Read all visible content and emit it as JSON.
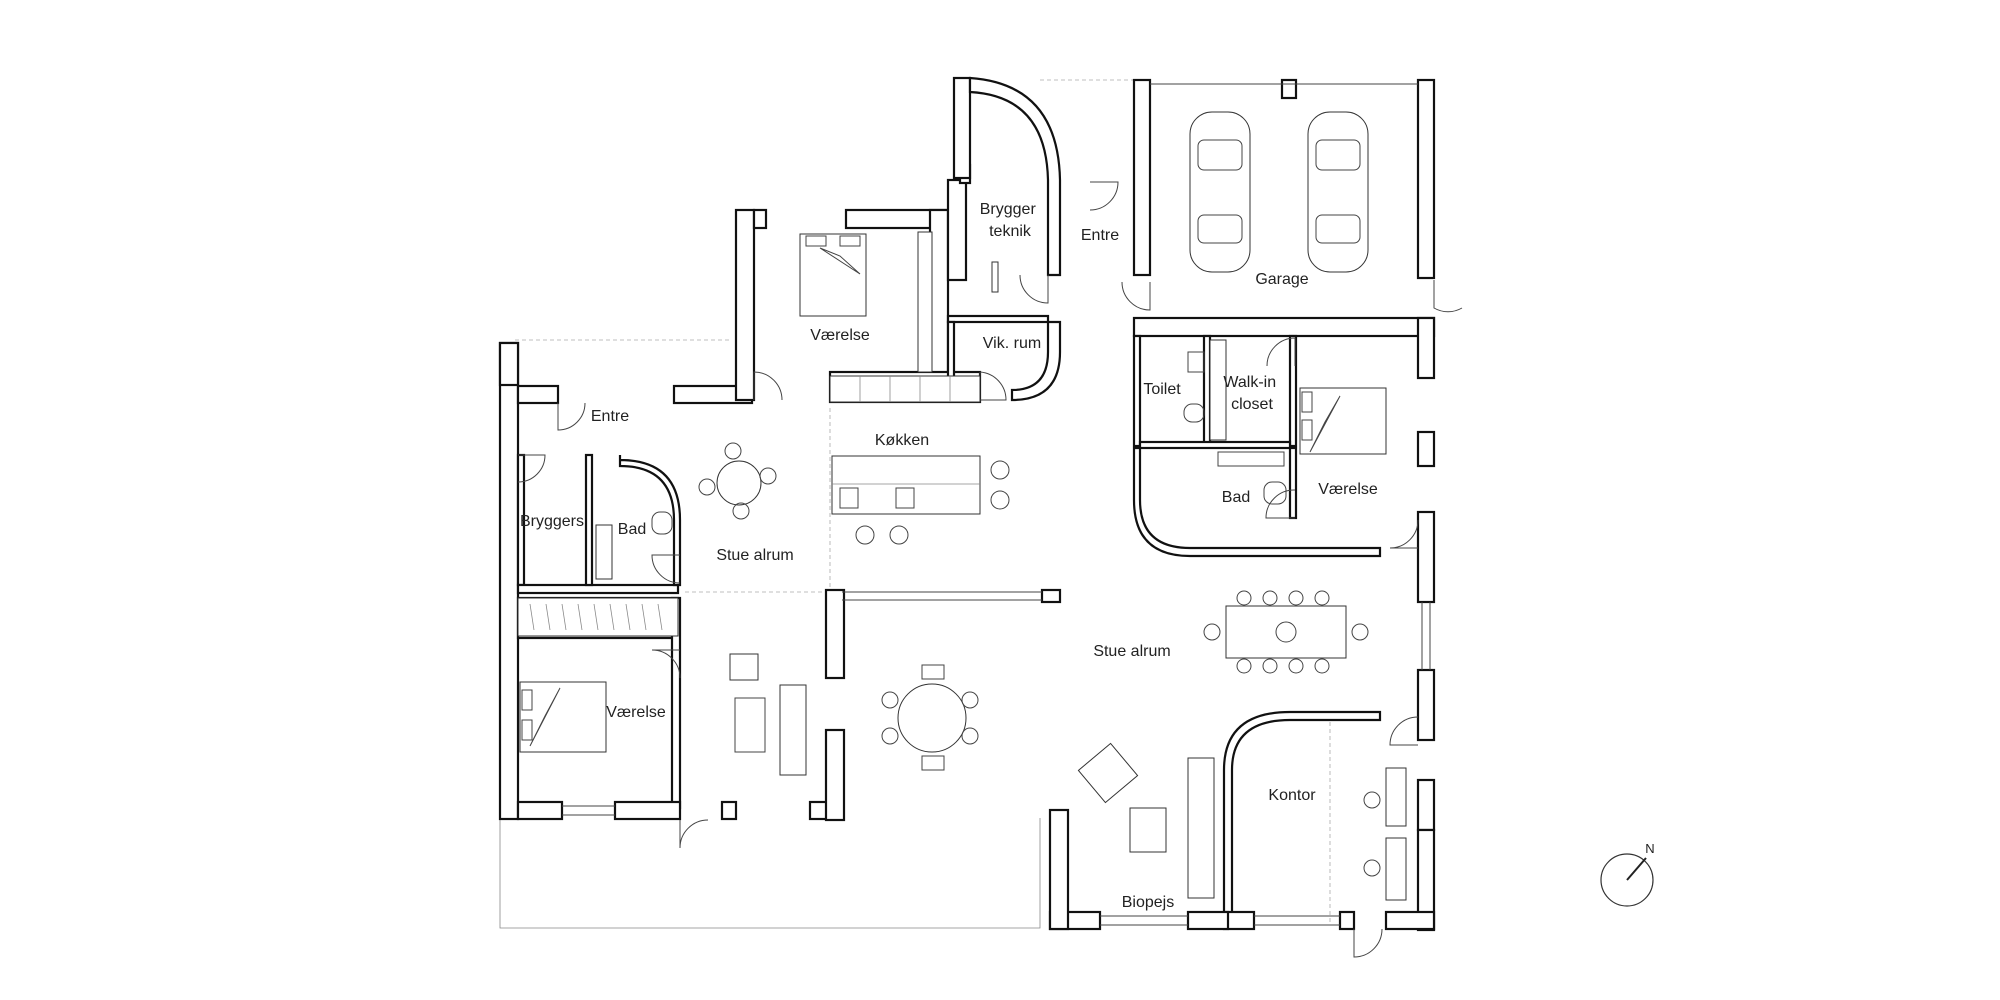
{
  "plan": {
    "wall_color": "#111111",
    "line_color": "#444444",
    "rooms": {
      "brygger_teknik": [
        "Brygger",
        "teknik"
      ],
      "entre_top": "Entre",
      "garage": "Garage",
      "vaerelse_top": "Værelse",
      "vik_rum": "Vik. rum",
      "entre_left": "Entre",
      "koekken": "Køkken",
      "toilet": "Toilet",
      "walk_in_closet": [
        "Walk-in",
        "closet"
      ],
      "bryggers": "Bryggers",
      "bad_left": "Bad",
      "bad_right": "Bad",
      "vaerelse_right": "Værelse",
      "stue_alrum_left": "Stue alrum",
      "stue_alrum_right": "Stue alrum",
      "vaerelse_left": "Værelse",
      "kontor": "Kontor",
      "biopejs": "Biopejs"
    },
    "compass": {
      "north_label": "N",
      "icon": "compass-icon"
    }
  }
}
